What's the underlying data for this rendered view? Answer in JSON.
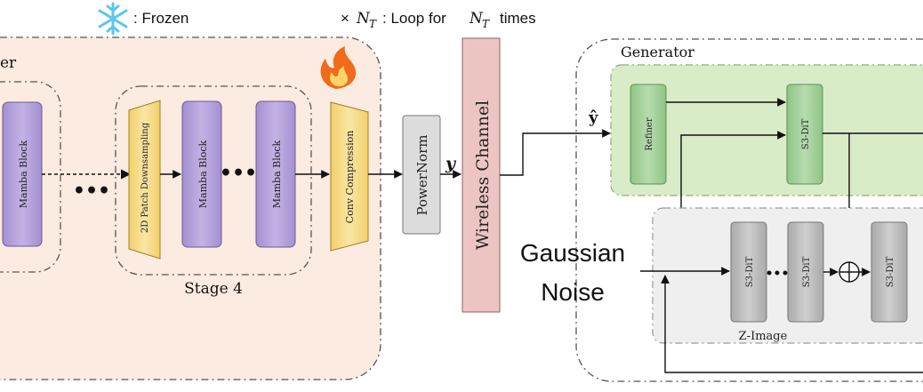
{
  "legend": {
    "frozen_label": ": Frozen",
    "loop_prefix": "×",
    "loop_symbol": "N",
    "loop_subscript": "T",
    "loop_text": ": Loop for",
    "loop_suffix": "times"
  },
  "encoder": {
    "title_fragment": "er",
    "mamba_block_1": "Mamba Block",
    "dots": "•••",
    "patch_downsampling": "2D Patch Downsampling",
    "mamba_block_2": "Mamba Block",
    "mamba_block_3": "Mamba Block",
    "stage_label": "Stage 4",
    "conv_compression": "Conv Compression"
  },
  "channel": {
    "powernorm": "PowerNorm",
    "y_label": "y",
    "wireless_channel": "Wireless Channel",
    "y_hat_label": "ŷ"
  },
  "generator": {
    "title": "Generator",
    "refiner": "Refiner",
    "s3dit_top": "S3-DiT",
    "gaussian": "Gaussian",
    "noise": "Noise",
    "zimage_blocks": [
      "S3-DiT",
      "S3-DiT",
      "S3-DiT"
    ],
    "zimage_label": "Z-Image",
    "plus": "+"
  },
  "colors": {
    "purple_block": "#b9a6dc",
    "yellow_block": "#f7dd8c",
    "powernorm": "#dcdcdc",
    "wireless": "#ecc5c3",
    "green_region": "#d9ecc8",
    "green_block": "#a9d5a0",
    "gray_region": "#eeeeee",
    "gray_block": "#bdbdbd",
    "encoder_region": "#fbe9de"
  }
}
